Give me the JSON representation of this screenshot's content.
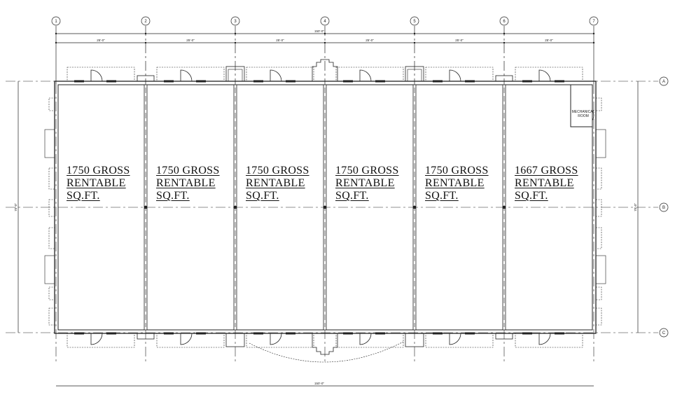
{
  "grid": {
    "columns": [
      "1",
      "2",
      "3",
      "4",
      "5",
      "6",
      "7"
    ],
    "rows": [
      "A",
      "B",
      "C"
    ]
  },
  "dimensions": {
    "overall_width_top": "150'-0\"",
    "overall_width_bottom": "150'-0\"",
    "bay_widths": [
      "25'-0\"",
      "25'-0\"",
      "25'-0\"",
      "25'-0\"",
      "25'-0\"",
      "25'-0\""
    ],
    "overall_depth_left": "70'-0\"",
    "overall_depth_right": "70'-0\""
  },
  "units": [
    {
      "line1": "1750 GROSS",
      "line2": "RENTABLE",
      "line3": "SQ.FT."
    },
    {
      "line1": "1750 GROSS",
      "line2": "RENTABLE",
      "line3": "SQ.FT."
    },
    {
      "line1": "1750 GROSS",
      "line2": "RENTABLE",
      "line3": "SQ.FT."
    },
    {
      "line1": "1750 GROSS",
      "line2": "RENTABLE",
      "line3": "SQ.FT."
    },
    {
      "line1": "1750 GROSS",
      "line2": "RENTABLE",
      "line3": "SQ.FT."
    },
    {
      "line1": "1667 GROSS",
      "line2": "RENTABLE",
      "line3": "SQ.FT."
    }
  ],
  "mechanical_room": {
    "line1": "MECHANICAL",
    "line2": "ROOM"
  },
  "colors": {
    "line": "#222222",
    "background": "#ffffff"
  }
}
